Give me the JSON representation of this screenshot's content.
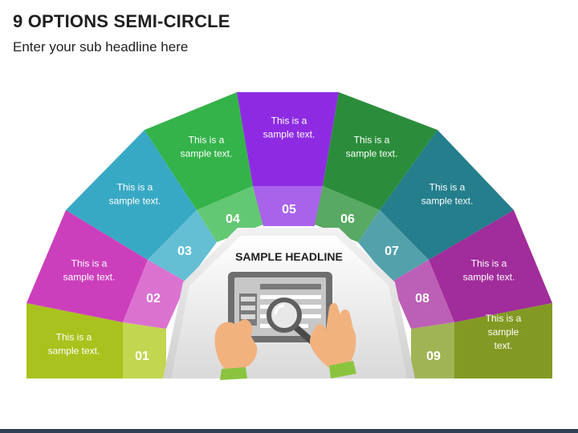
{
  "header": {
    "title": "9 OPTIONS SEMI-CIRCLE",
    "subtitle": "Enter your sub headline here"
  },
  "center": {
    "headline": "SAMPLE HEADLINE",
    "icon": "tablet-search-icon"
  },
  "options": [
    {
      "number": "01",
      "lines": [
        "This is a",
        "sample text."
      ],
      "color": "#a9c21d",
      "light": "#c3d64f"
    },
    {
      "number": "02",
      "lines": [
        "This is a",
        "sample text."
      ],
      "color": "#cc3fbc",
      "light": "#db72d0"
    },
    {
      "number": "03",
      "lines": [
        "This is a",
        "sample text."
      ],
      "color": "#38a9c4",
      "light": "#64bfd5"
    },
    {
      "number": "04",
      "lines": [
        "This is a",
        "sample text."
      ],
      "color": "#34b34a",
      "light": "#63c873"
    },
    {
      "number": "05",
      "lines": [
        "This is a",
        "sample text."
      ],
      "color": "#8e2be2",
      "light": "#a962ea"
    },
    {
      "number": "06",
      "lines": [
        "This is a",
        "sample text."
      ],
      "color": "#2b8d3b",
      "light": "#58a963"
    },
    {
      "number": "07",
      "lines": [
        "This is a",
        "sample text."
      ],
      "color": "#247e8c",
      "light": "#53a1ab"
    },
    {
      "number": "08",
      "lines": [
        "This is a",
        "sample text."
      ],
      "color": "#a12c9b",
      "light": "#bc5fb6"
    },
    {
      "number": "09",
      "lines": [
        "This is a",
        "sample",
        "text."
      ],
      "color": "#829a23",
      "light": "#a1b455"
    }
  ]
}
